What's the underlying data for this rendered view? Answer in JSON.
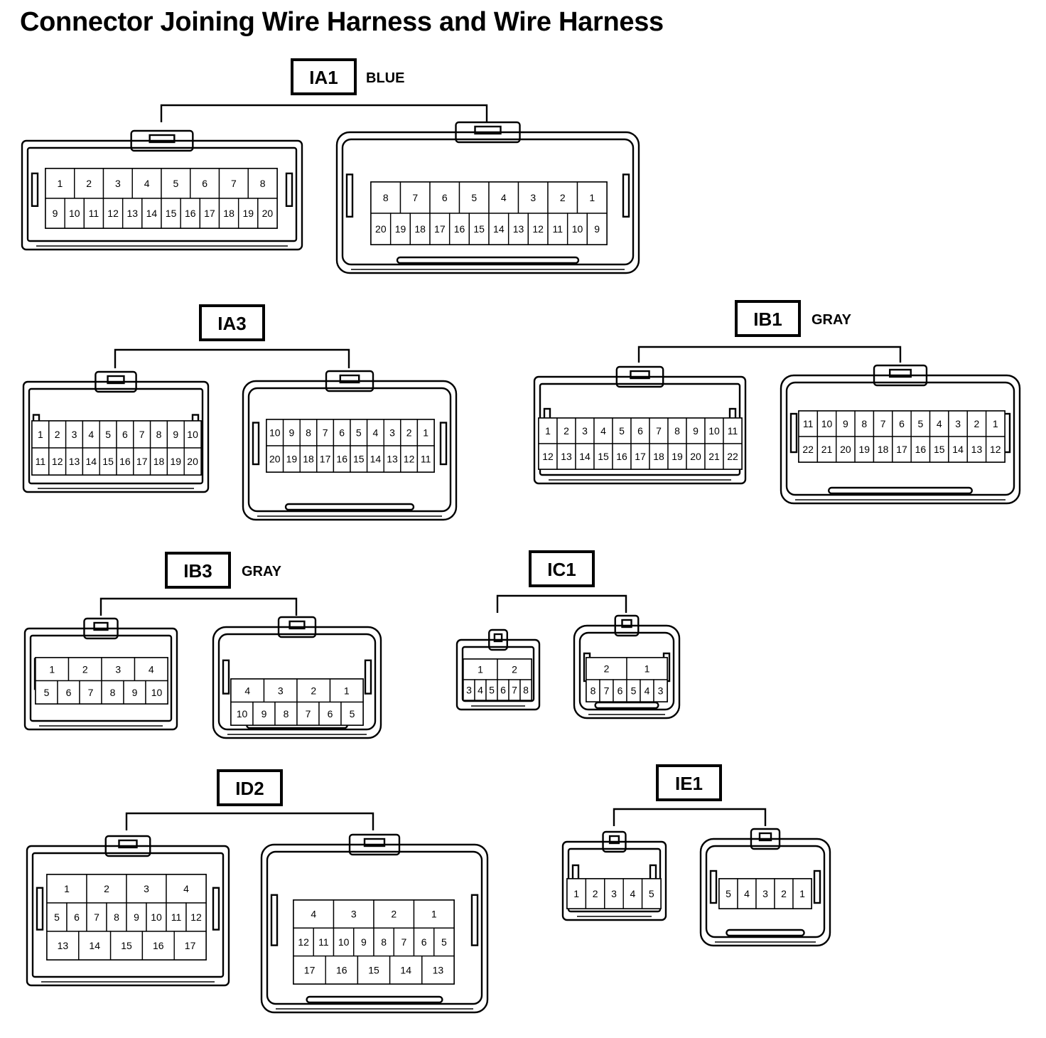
{
  "title": "Connector Joining Wire Harness and Wire Harness",
  "connectors": [
    {
      "id": "IA1",
      "color": "BLUE",
      "left": {
        "rows": [
          [
            "1",
            "2",
            "3",
            "4",
            "5",
            "6",
            "7",
            "8"
          ],
          [
            "9",
            "10",
            "11",
            "12",
            "13",
            "14",
            "15",
            "16",
            "17",
            "18",
            "19",
            "20"
          ]
        ]
      },
      "right": {
        "rows": [
          [
            "8",
            "7",
            "6",
            "5",
            "4",
            "3",
            "2",
            "1"
          ],
          [
            "20",
            "19",
            "18",
            "17",
            "16",
            "15",
            "14",
            "13",
            "12",
            "11",
            "10",
            "9"
          ]
        ]
      }
    },
    {
      "id": "IA3",
      "color": "",
      "left": {
        "rows": [
          [
            "1",
            "2",
            "3",
            "4",
            "5",
            "6",
            "7",
            "8",
            "9",
            "10"
          ],
          [
            "11",
            "12",
            "13",
            "14",
            "15",
            "16",
            "17",
            "18",
            "19",
            "20"
          ]
        ]
      },
      "right": {
        "rows": [
          [
            "10",
            "9",
            "8",
            "7",
            "6",
            "5",
            "4",
            "3",
            "2",
            "1"
          ],
          [
            "20",
            "19",
            "18",
            "17",
            "16",
            "15",
            "14",
            "13",
            "12",
            "11"
          ]
        ]
      }
    },
    {
      "id": "IB1",
      "color": "GRAY",
      "left": {
        "rows": [
          [
            "1",
            "2",
            "3",
            "4",
            "5",
            "6",
            "7",
            "8",
            "9",
            "10",
            "11"
          ],
          [
            "12",
            "13",
            "14",
            "15",
            "16",
            "17",
            "18",
            "19",
            "20",
            "21",
            "22"
          ]
        ]
      },
      "right": {
        "rows": [
          [
            "11",
            "10",
            "9",
            "8",
            "7",
            "6",
            "5",
            "4",
            "3",
            "2",
            "1"
          ],
          [
            "22",
            "21",
            "20",
            "19",
            "18",
            "17",
            "16",
            "15",
            "14",
            "13",
            "12"
          ]
        ]
      }
    },
    {
      "id": "IB3",
      "color": "GRAY",
      "left": {
        "rows": [
          [
            "1",
            "2",
            "3",
            "4"
          ],
          [
            "5",
            "6",
            "7",
            "8",
            "9",
            "10"
          ]
        ]
      },
      "right": {
        "rows": [
          [
            "4",
            "3",
            "2",
            "1"
          ],
          [
            "10",
            "9",
            "8",
            "7",
            "6",
            "5"
          ]
        ]
      }
    },
    {
      "id": "IC1",
      "color": "",
      "left": {
        "rows": [
          [
            "1",
            "2"
          ],
          [
            "3",
            "4",
            "5",
            "6",
            "7",
            "8"
          ]
        ]
      },
      "right": {
        "rows": [
          [
            "2",
            "1"
          ],
          [
            "8",
            "7",
            "6",
            "5",
            "4",
            "3"
          ]
        ]
      }
    },
    {
      "id": "ID2",
      "color": "",
      "left": {
        "rows": [
          [
            "1",
            "2",
            "3",
            "4"
          ],
          [
            "5",
            "6",
            "7",
            "8",
            "9",
            "10",
            "11",
            "12"
          ],
          [
            "13",
            "14",
            "15",
            "16",
            "17"
          ]
        ]
      },
      "right": {
        "rows": [
          [
            "4",
            "3",
            "2",
            "1"
          ],
          [
            "12",
            "11",
            "10",
            "9",
            "8",
            "7",
            "6",
            "5"
          ],
          [
            "17",
            "16",
            "15",
            "14",
            "13"
          ]
        ]
      }
    },
    {
      "id": "IE1",
      "color": "",
      "left": {
        "rows": [
          [
            "1",
            "2",
            "3",
            "4",
            "5"
          ]
        ]
      },
      "right": {
        "rows": [
          [
            "5",
            "4",
            "3",
            "2",
            "1"
          ]
        ]
      }
    }
  ]
}
